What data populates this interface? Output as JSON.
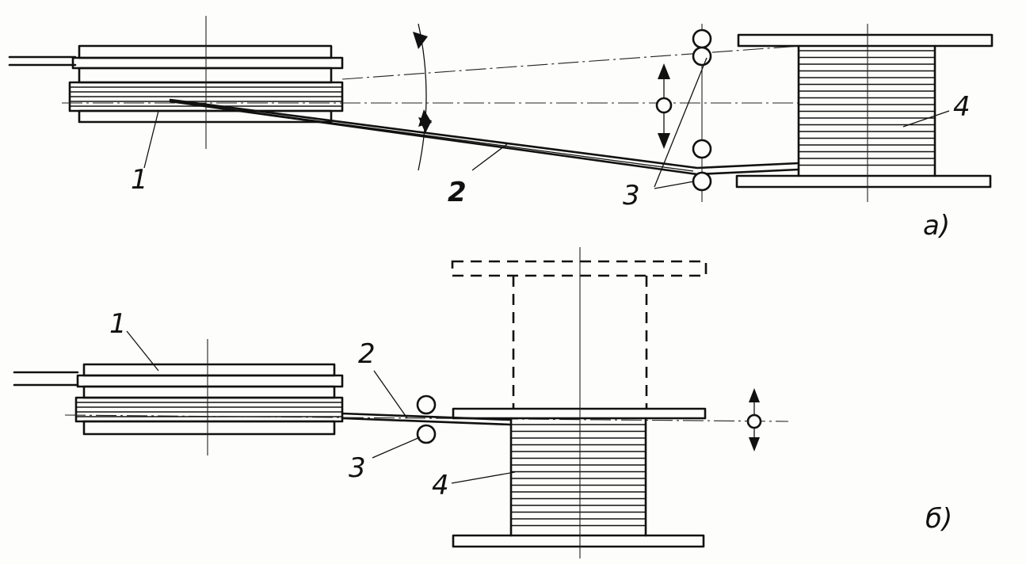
{
  "figure_a": {
    "panel_label": "а)",
    "labels": {
      "part1": "1",
      "part2": "2",
      "part3": "3",
      "part4": "4"
    }
  },
  "figure_b": {
    "panel_label": "б)",
    "labels": {
      "part1": "1",
      "part2": "2",
      "part3": "3",
      "part4": "4"
    }
  }
}
